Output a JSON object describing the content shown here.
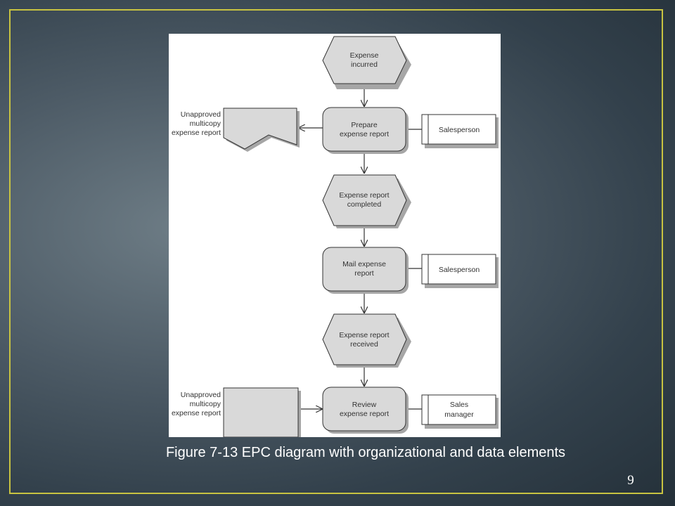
{
  "diagram": {
    "events": [
      {
        "line1": "Expense",
        "line2": "incurred"
      },
      {
        "line1": "Expense report",
        "line2": "completed"
      },
      {
        "line1": "Expense report",
        "line2": "received"
      }
    ],
    "functions": [
      {
        "line1": "Prepare",
        "line2": "expense report"
      },
      {
        "line1": "Mail expense",
        "line2": "report"
      },
      {
        "line1": "Review",
        "line2": "expense report"
      }
    ],
    "org_units": [
      {
        "line1": "Salesperson",
        "line2": ""
      },
      {
        "line1": "Salesperson",
        "line2": ""
      },
      {
        "line1": "Sales",
        "line2": "manager"
      }
    ],
    "documents": [
      {
        "line1": "Unapproved",
        "line2": "multicopy",
        "line3": "expense report"
      },
      {
        "line1": "Unapproved",
        "line2": "multicopy",
        "line3": "expense report"
      }
    ],
    "colors": {
      "fill": "#d9d9d9",
      "stroke": "#333333",
      "shadow": "#a6a6a6"
    }
  },
  "caption": "Figure 7-13  EPC diagram with organizational and data elements",
  "slide_number": "9"
}
